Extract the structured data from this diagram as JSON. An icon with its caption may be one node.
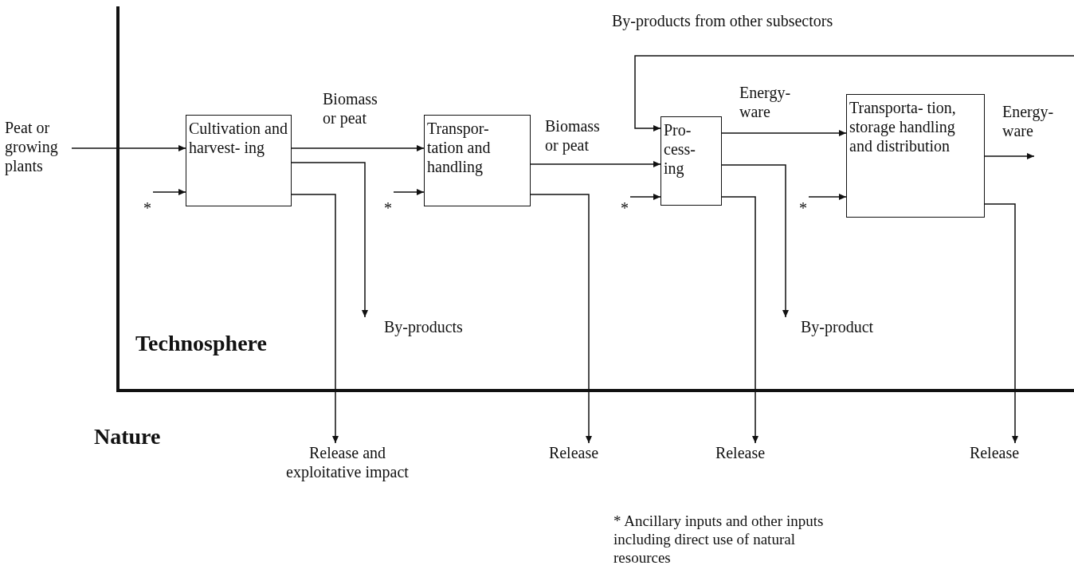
{
  "diagram": {
    "nodes": [
      {
        "text": [
          "Peat or growing plants"
        ]
      },
      {
        "text": [
          "Cultivation and harvest- ing"
        ]
      },
      {
        "text": [
          "Transpor- tation and handling"
        ]
      },
      {
        "text": [
          "Pro- cess- ing"
        ]
      },
      {
        "text": [
          "Transporta- tion, storage handling and distribution"
        ]
      },
      {
        "text": [
          "*"
        ]
      },
      {
        "text": [
          "*"
        ]
      },
      {
        "text": [
          "*"
        ]
      },
      {
        "text": [
          "*"
        ]
      },
      {
        "text": [
          "By-products"
        ]
      },
      {
        "text": [
          "By-product"
        ]
      },
      {
        "text": [
          "Release and exploitative impact"
        ]
      },
      {
        "text": [
          "Release"
        ]
      },
      {
        "text": [
          "Release"
        ]
      },
      {
        "text": [
          "Release"
        ]
      }
    ],
    "edges": [
      {
        "from": 0,
        "to": 1,
        "arrow": "to"
      },
      {
        "from": 1,
        "to": 2,
        "arrow": "to",
        "label": "Biomass or peat"
      },
      {
        "from": 2,
        "to": 3,
        "arrow": "to",
        "label": "Biomass or peat"
      },
      {
        "from": 3,
        "to": 4,
        "arrow": "to",
        "label": "Energy-ware"
      },
      {
        "from": null,
        "to": 3,
        "arrow": "to",
        "label": "By-products from other subsectors"
      },
      {
        "from": 4,
        "to": null,
        "arrow": "to",
        "label": "Energy-ware"
      },
      {
        "from": 5,
        "to": 1,
        "arrow": "to"
      },
      {
        "from": 6,
        "to": 2,
        "arrow": "to"
      },
      {
        "from": 7,
        "to": 3,
        "arrow": "to"
      },
      {
        "from": 8,
        "to": 4,
        "arrow": "to"
      },
      {
        "from": 1,
        "to": 9,
        "arrow": "to"
      },
      {
        "from": 3,
        "to": 10,
        "arrow": "to"
      },
      {
        "from": 1,
        "to": 11,
        "arrow": "to"
      },
      {
        "from": 2,
        "to": 12,
        "arrow": "to"
      },
      {
        "from": 3,
        "to": 13,
        "arrow": "to"
      },
      {
        "from": 4,
        "to": 14,
        "arrow": "to"
      }
    ],
    "labels": [
      "Technosphere",
      "Nature",
      "* Ancillary inputs and other inputs including direct use of natural resources"
    ]
  }
}
